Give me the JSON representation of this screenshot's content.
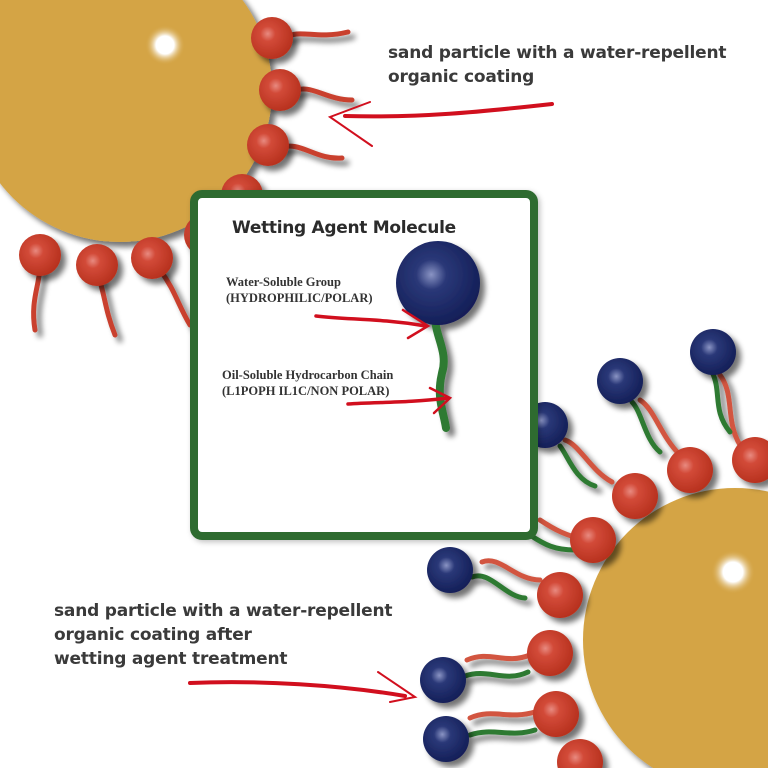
{
  "top_label": {
    "line1": "sand particle with a water-repellent",
    "line2": "organic coating"
  },
  "bottom_label": {
    "line1": "sand particle with a water-repellent",
    "line2": "organic coating after",
    "line3": "wetting agent treatment"
  },
  "molecule_box": {
    "title": "Wetting Agent Molecule",
    "head_label": {
      "line1": "Water-Soluble Group",
      "line2": "(HYDROPHILIC/POLAR)"
    },
    "tail_label": {
      "line1": "Oil-Soluble Hydrocarbon Chain",
      "line2": "(L1POPH IL1C/NON POLAR)"
    }
  },
  "colors": {
    "sand": "#d4a445",
    "coating_head": "#c9402e",
    "coating_tail": "#c9402e",
    "agent_head": "#1a2763",
    "agent_tail": "#2e7a33",
    "box_border": "#2e6b30",
    "arrow": "#d10f1e",
    "text": "#3a3a3a"
  }
}
